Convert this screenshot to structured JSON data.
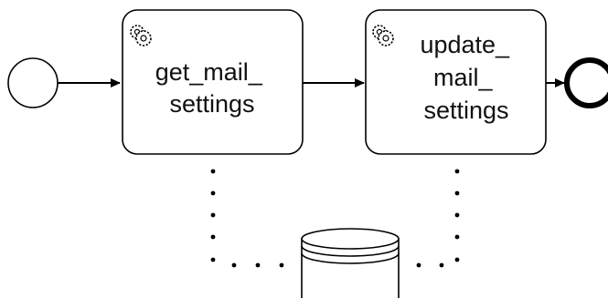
{
  "diagram": {
    "tasks": [
      {
        "id": "task-get",
        "label_lines": [
          "get_mail_",
          "settings"
        ],
        "icon": "gear-icon"
      },
      {
        "id": "task-update",
        "label_lines": [
          "update_",
          "mail_",
          "settings"
        ],
        "icon": "gear-icon"
      }
    ],
    "start_event": {
      "type": "start-event"
    },
    "end_event": {
      "type": "end-event"
    },
    "data_store": {
      "icon": "database-icon"
    },
    "colors": {
      "stroke": "#000000",
      "fill": "#ffffff"
    }
  }
}
